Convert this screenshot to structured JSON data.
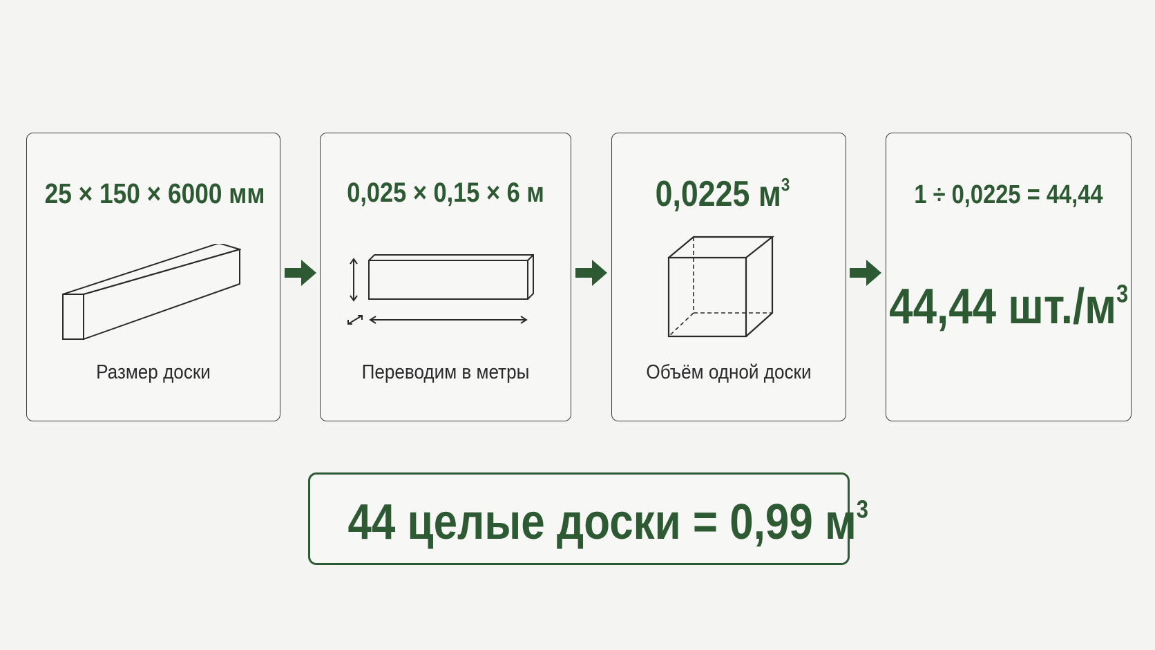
{
  "steps": [
    {
      "title": "25 × 150 × 6000 мм",
      "caption": "Размер доски",
      "icon": "board-icon"
    },
    {
      "title": "0,025 × 0,15 × 6 м",
      "caption": "Переводим в метры",
      "icon": "measured-board-icon"
    },
    {
      "title": "0,0225 м",
      "title_exp": "3",
      "caption": "Объём одной доски",
      "icon": "cube-icon"
    },
    {
      "formula": "1 ÷ 0,0225 = 44,44",
      "result": "44,44 шт./м",
      "result_exp": "3"
    }
  ],
  "summary": {
    "text": "44 целые доски = 0,99 м",
    "exp": "3"
  },
  "colors": {
    "accent": "#2d5a33",
    "border": "#3a3a3a",
    "background": "#f4f4f3"
  }
}
